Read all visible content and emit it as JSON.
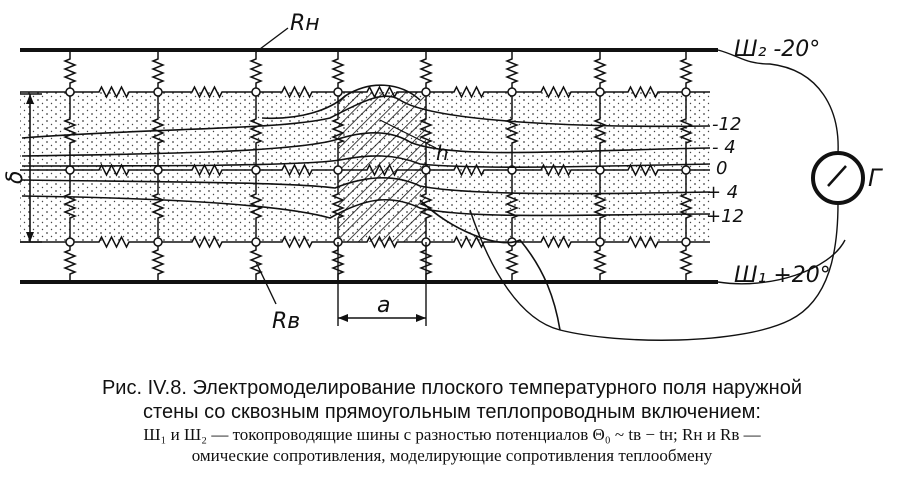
{
  "figure": {
    "labels": {
      "rn_top": "Rн",
      "rv_bottom": "Rв",
      "bus2": "Ш₂ -20°",
      "bus1": "Ш₁ +20°",
      "delta": "δ",
      "a": "a",
      "h": "h",
      "galvanometer": "Г",
      "iso_m12": "-12",
      "iso_m4": "- 4",
      "iso_0": "0",
      "iso_p4": "+ 4",
      "iso_p12": "+12"
    }
  },
  "caption": {
    "line1": "Рис. IV.8. Электромоделирование плоского температурного поля наружной",
    "line2": "стены со сквозным прямоугольным теплопроводным включением:",
    "line3": "Ш₁ и Ш₂ — токопроводящие шины с разностью потенциалов Θ₀ ~ tв − tн; Rн и Rв —",
    "line4": "омические сопротивления, моделирующие сопротивления теплообмену"
  }
}
